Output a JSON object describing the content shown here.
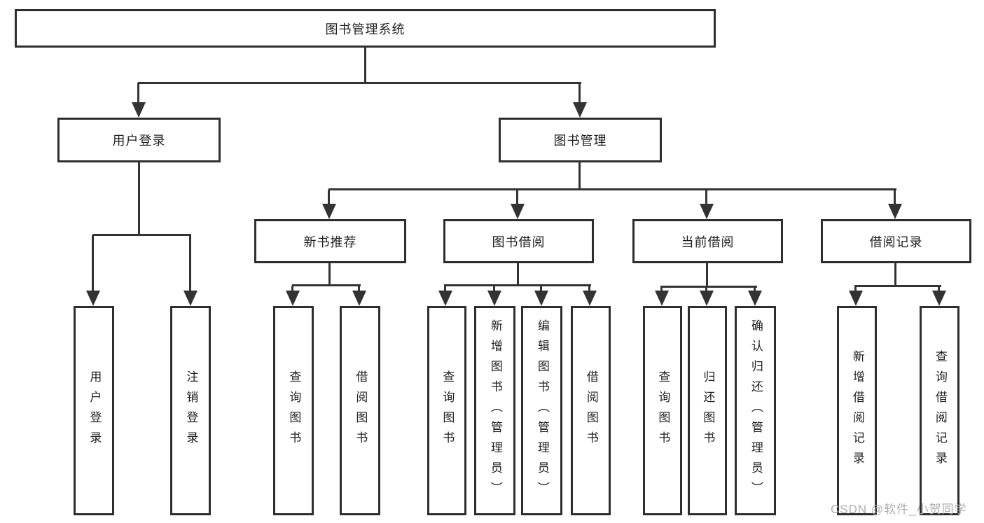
{
  "colors": {
    "line": "#333333",
    "box_border": "#2e2e2e",
    "text": "#1f1f1f",
    "watermark": "#aeaeae",
    "background": "#ffffff"
  },
  "watermark": {
    "text": "CSDN @软件_小贺同学"
  },
  "tree": {
    "root": {
      "label": "图书管理系统"
    },
    "branches": [
      {
        "label": "用户登录",
        "leaves": [
          "用户登录",
          "注销登录"
        ]
      },
      {
        "label": "图书管理",
        "sections": [
          {
            "label": "新书推荐",
            "leaves": [
              "查询图书",
              "借阅图书"
            ]
          },
          {
            "label": "图书借阅",
            "leaves": [
              "查询图书",
              "新增图书（管理员）",
              "编辑图书（管理员）",
              "借阅图书"
            ]
          },
          {
            "label": "当前借阅",
            "leaves": [
              "查询图书",
              "归还图书",
              "确认归还（管理员）"
            ]
          },
          {
            "label": "借阅记录",
            "leaves": [
              "新增借阅记录",
              "查询借阅记录"
            ]
          }
        ]
      }
    ]
  }
}
